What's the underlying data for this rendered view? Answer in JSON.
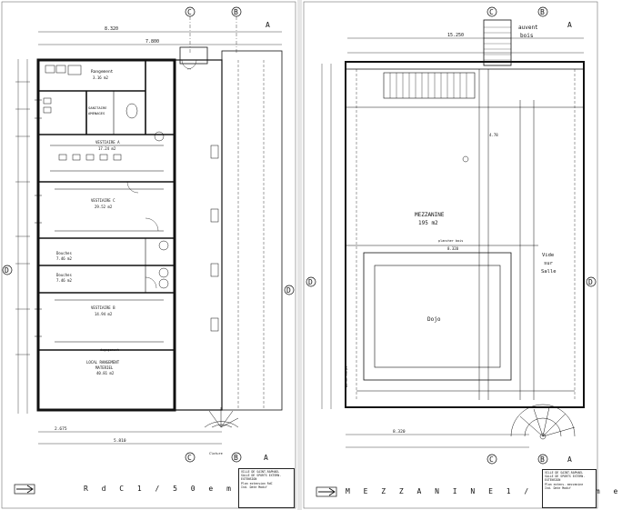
{
  "grid": {
    "C": "C",
    "B": "B",
    "A": "A",
    "D": "D"
  },
  "left": {
    "caption": "R d C   1 / 5 0   e m e",
    "rooms": {
      "rangement": "Rangement",
      "rangement_area": "3.16 m2",
      "sanitaire": "SANITAIRE",
      "sanitaire_sub": "AMENAGES",
      "vestiaire_a": "VESTIAIRE A",
      "vestiaire_a_area": "17.24 m2",
      "vestiaire_c": "VESTIAIRE C",
      "vestiaire_c_area": "29.52 m2",
      "douches_1": "Douches",
      "douches_1_area": "7.46 m2",
      "douches_2": "Douches",
      "douches_2_area": "7.46 m2",
      "vestiaire_b": "VESTIAIRE B",
      "vestiaire_b_area": "14.94 m2",
      "local": "LOCAL RANGEMENT",
      "local_sub": "MATERIEL",
      "local_area": "40.81 m2",
      "degagement": "degagement"
    },
    "dims": {
      "top": "8.320",
      "top2": "7.800",
      "width": "2.675",
      "bottom": "5.810"
    },
    "stamp": "Cloture"
  },
  "right": {
    "caption": "M E Z Z A N I N E   1 / 5 0   e m e",
    "labels": {
      "auvent": "auvent",
      "bois": "bois",
      "mezzanine": "MEZZANINE",
      "mezzanine_area": "195 m2",
      "vide": "Vide",
      "sur": "sur",
      "salle": "Salle",
      "dojo": "Dojo",
      "plancher": "plancher bois",
      "gc": "Garde corps"
    },
    "dims": {
      "top": "15.250",
      "mid": "8.320",
      "side": "4.78",
      "bottom": "8.320"
    }
  },
  "cartouche": {
    "l1": "VILLE DE SAINT-RAPHAEL",
    "l2": "SALLE DE SPORTS EXTERN.",
    "l3": "EXTENSION",
    "l4": "Plan extension RdC",
    "l5": "Ind.   Date   Modif",
    "r4": "Plan extens. mezzanine"
  }
}
